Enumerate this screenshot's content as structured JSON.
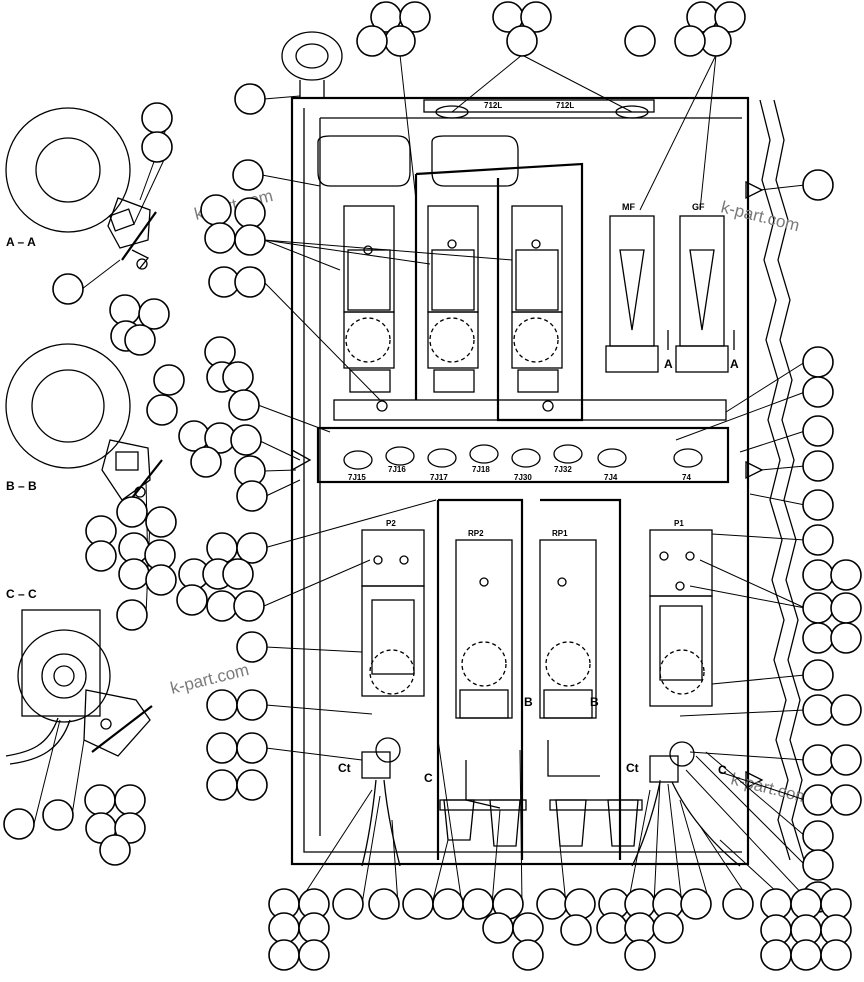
{
  "section_labels": {
    "aa": "A – A",
    "bb": "B – B",
    "cc": "C – C"
  },
  "component_labels": {
    "l712_left": "712L",
    "l712_right": "712L",
    "mf": "MF",
    "gf": "GF",
    "p1": "P1",
    "p2": "P2",
    "rp1": "RP1",
    "rp2": "RP2",
    "ct_left": "Ct",
    "ct_right": "Ct"
  },
  "view_marks": {
    "a": "A",
    "b": "B",
    "c": "C"
  },
  "terminals": [
    "7J15",
    "7J16",
    "7J17",
    "7J18",
    "7J30",
    "7J32",
    "7J4",
    "74"
  ],
  "watermark": "k-part.com"
}
